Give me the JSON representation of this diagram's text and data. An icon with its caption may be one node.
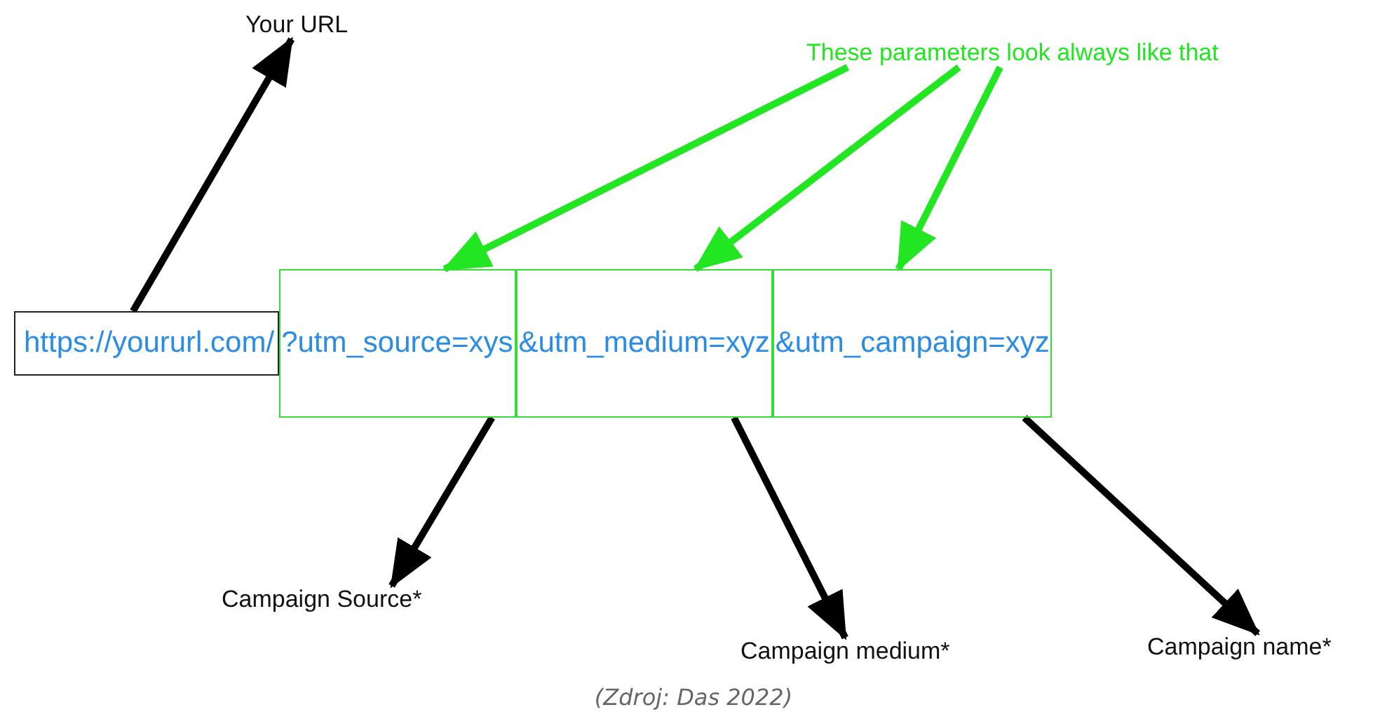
{
  "diagram": {
    "caption": "(Zdroj: Das 2022)",
    "nodes": [
      {
        "text": [
          "Your URL"
        ]
      },
      {
        "text": [
          "These parameters look always like that"
        ]
      },
      {
        "text": [
          "https://yoururl.com/"
        ]
      },
      {
        "text": [
          "?utm_source=xys"
        ]
      },
      {
        "text": [
          "&utm_medium=xyz"
        ]
      },
      {
        "text": [
          "&utm_campaign=xyz"
        ]
      },
      {
        "text": [
          "Campaign Source*"
        ]
      },
      {
        "text": [
          "Campaign medium*"
        ]
      },
      {
        "text": [
          "Campaign name*"
        ]
      }
    ],
    "edges": [
      {
        "from": 2,
        "to": 0,
        "arrow": "to"
      },
      {
        "from": 1,
        "to": 3,
        "arrow": "to",
        "color": "#22e622"
      },
      {
        "from": 1,
        "to": 4,
        "arrow": "to",
        "color": "#22e622"
      },
      {
        "from": 1,
        "to": 5,
        "arrow": "to",
        "color": "#22e622"
      },
      {
        "from": 3,
        "to": 6,
        "arrow": "to"
      },
      {
        "from": 4,
        "to": 7,
        "arrow": "to"
      },
      {
        "from": 5,
        "to": 8,
        "arrow": "to"
      }
    ]
  }
}
